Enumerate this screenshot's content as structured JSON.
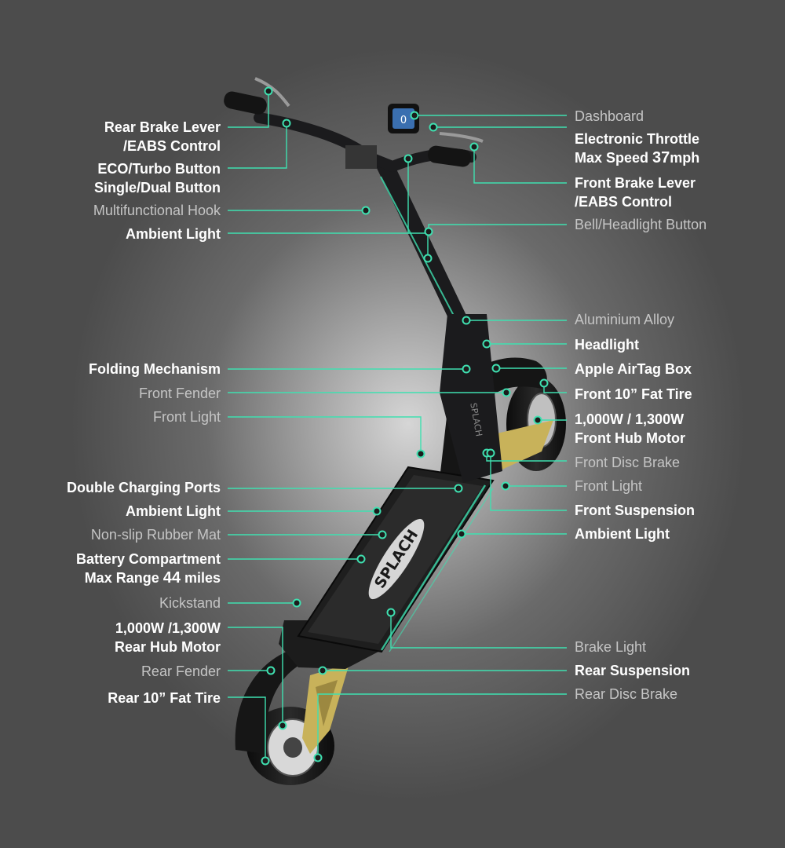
{
  "left_labels": [
    {
      "line1": "Rear Brake Lever",
      "line2": "/EABS Control",
      "style": "bold"
    },
    {
      "line1": "ECO/Turbo Button",
      "line2": "Single/Dual Button",
      "style": "bold"
    },
    {
      "line1": "Multifunctional Hook",
      "style": "light"
    },
    {
      "line1": "Ambient Light",
      "style": "bold"
    },
    {
      "line1": "Folding Mechanism",
      "style": "bold"
    },
    {
      "line1": "Front Fender",
      "style": "light"
    },
    {
      "line1": "Front Light",
      "style": "light"
    },
    {
      "line1": "Double Charging Ports",
      "style": "bold"
    },
    {
      "line1": "Ambient Light",
      "style": "bold"
    },
    {
      "line1": "Non-slip Rubber Mat",
      "style": "light"
    },
    {
      "line1": "Battery Compartment",
      "line2_prefix": "Max Range ",
      "line2_value": "44",
      "line2_suffix": " miles",
      "style": "bold"
    },
    {
      "line1": "Kickstand",
      "style": "light"
    },
    {
      "line1": "1,000W /1,300W",
      "line2": "Rear Hub Motor",
      "style": "bold"
    },
    {
      "line1": "Rear Fender",
      "style": "light"
    },
    {
      "line1": "Rear 10” Fat Tire",
      "style": "bold"
    }
  ],
  "right_labels": [
    {
      "line1": "Dashboard",
      "style": "light"
    },
    {
      "line1": "Electronic Throttle",
      "line2_prefix": "Max Speed ",
      "line2_value": "37",
      "line2_suffix": "mph",
      "style": "bold"
    },
    {
      "line1": "Front Brake Lever",
      "line2": "/EABS Control",
      "style": "bold"
    },
    {
      "line1": "Bell/Headlight Button",
      "style": "light"
    },
    {
      "line1": "Aluminium Alloy",
      "style": "light"
    },
    {
      "line1": "Headlight",
      "style": "bold"
    },
    {
      "line1": "Apple AirTag Box",
      "style": "bold"
    },
    {
      "line1": "Front 10” Fat Tire",
      "style": "bold"
    },
    {
      "line1": "1,000W / 1,300W",
      "line2": "Front Hub Motor",
      "style": "bold"
    },
    {
      "line1": "Front Disc Brake",
      "style": "light"
    },
    {
      "line1": "Front Light",
      "style": "light"
    },
    {
      "line1": "Front Suspension",
      "style": "bold"
    },
    {
      "line1": "Ambient Light",
      "style": "bold"
    },
    {
      "line1": "Brake Light",
      "style": "light"
    },
    {
      "line1": "Rear Suspension",
      "style": "bold"
    },
    {
      "line1": "Rear Disc Brake",
      "style": "light"
    }
  ],
  "deck_logo": "SPLACH",
  "stem_text": "SPLACH",
  "dashboard_display": "0",
  "colors": {
    "accent": "#3fe0b0",
    "label_bold": "#ffffff",
    "label_light": "#c5c5c5",
    "frame": "#1b1b1d",
    "gold": "#c8b25a"
  }
}
